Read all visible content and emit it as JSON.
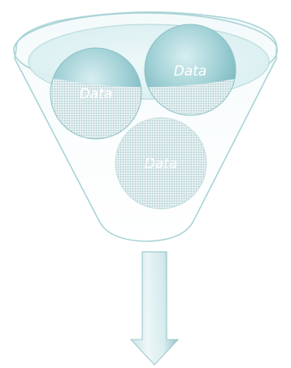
{
  "diagram": {
    "balls": [
      {
        "label": "Data"
      },
      {
        "label": "Data"
      },
      {
        "label": "Data"
      }
    ],
    "colors": {
      "funnel_stroke": "#a9d3d6",
      "ball_light": "#d8eef0",
      "ball_dark": "#6fb0b7",
      "arrow_light": "#e9f5f6",
      "arrow_dark": "#7eb6bd"
    },
    "icons": [
      "funnel-shape",
      "down-arrow"
    ]
  }
}
